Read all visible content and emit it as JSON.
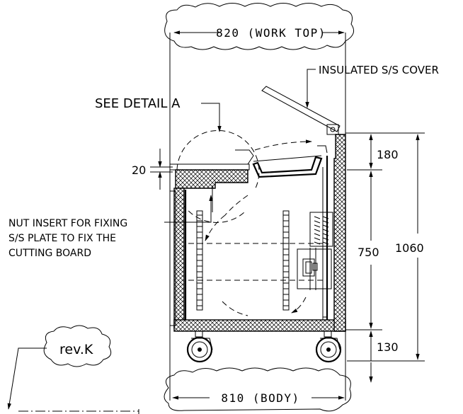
{
  "labels": {
    "work_top": "820 (WORK TOP)",
    "body": "810 (BODY)",
    "cover": "INSULATED S/S COVER",
    "see_detail": "SEE DETAIL  A",
    "nut_insert": [
      "NUT INSERT FOR FIXING",
      "S/S PLATE TO FIX THE",
      "CUTTING BOARD"
    ],
    "rev": "rev.K"
  },
  "dimensions": {
    "top_thickness": "20",
    "upper": "180",
    "middle": "750",
    "overall": "1060",
    "lower": "130"
  }
}
